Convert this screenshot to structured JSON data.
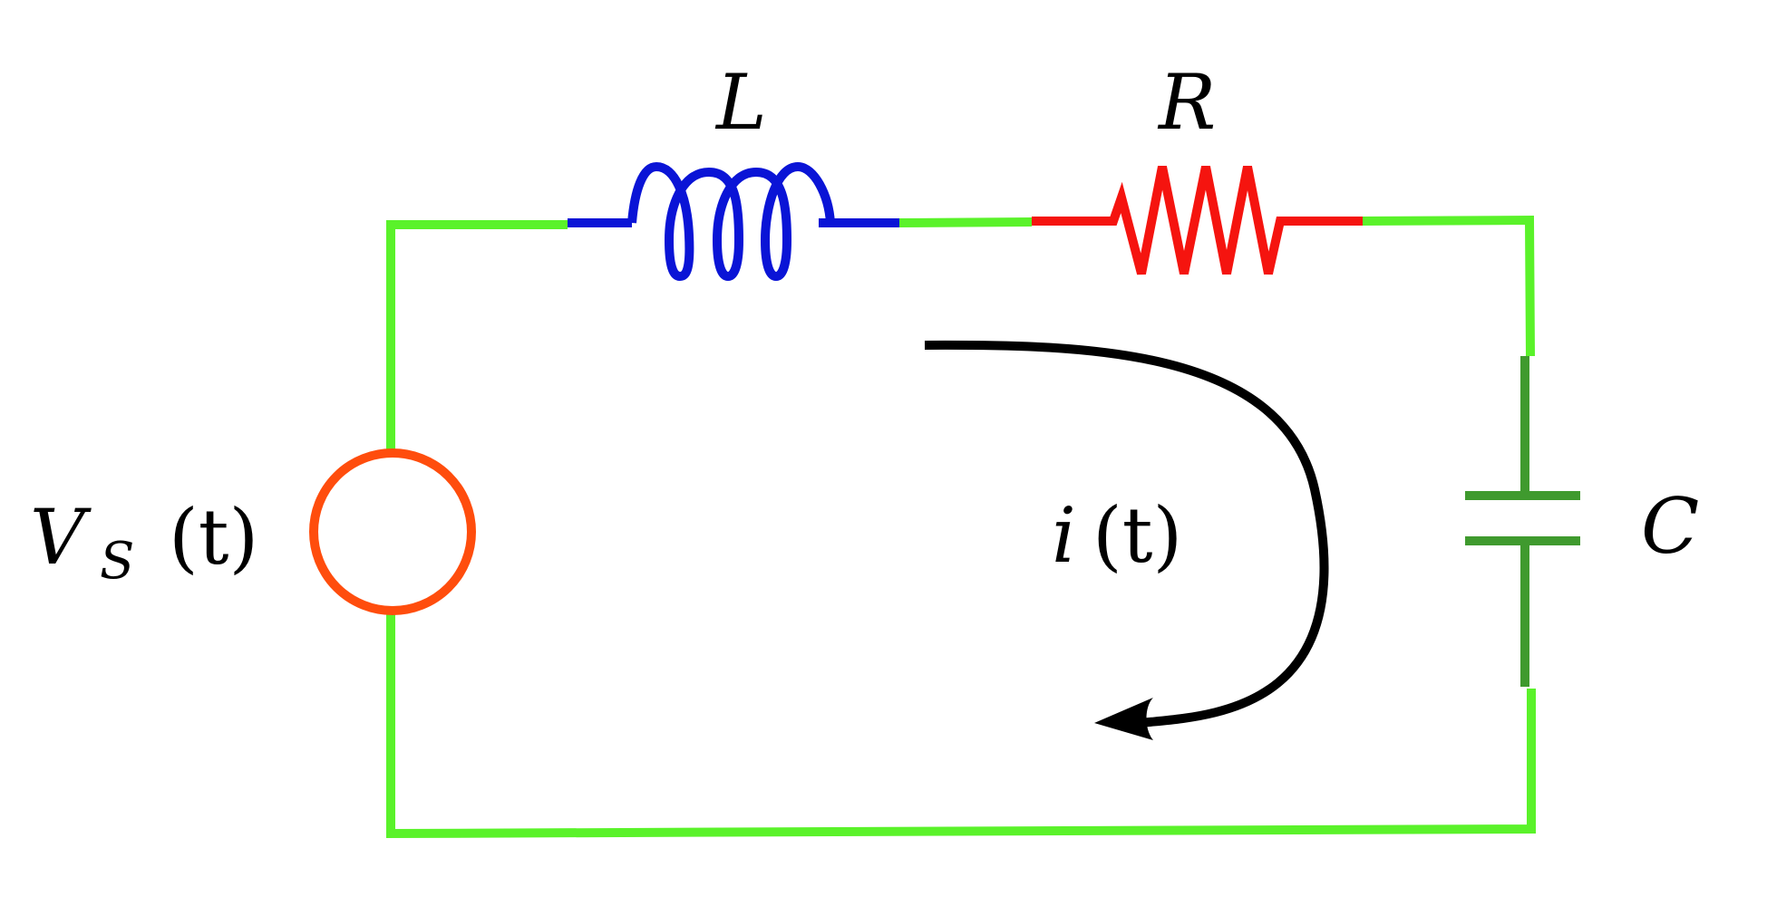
{
  "diagram": {
    "type": "RLC series circuit",
    "labels": {
      "inductor": "L",
      "resistor": "R",
      "capacitor": "C",
      "source_main": "V",
      "source_sub": "S",
      "source_arg": "(t)",
      "current_main": "i",
      "current_arg": "(t)"
    },
    "colors": {
      "wire": "#5af22a",
      "inductor": "#0a14d6",
      "resistor": "#f5140f",
      "capacitor": "#3f9a2e",
      "source": "#ff4d0d",
      "arrow": "#000000",
      "text": "#000000"
    }
  }
}
